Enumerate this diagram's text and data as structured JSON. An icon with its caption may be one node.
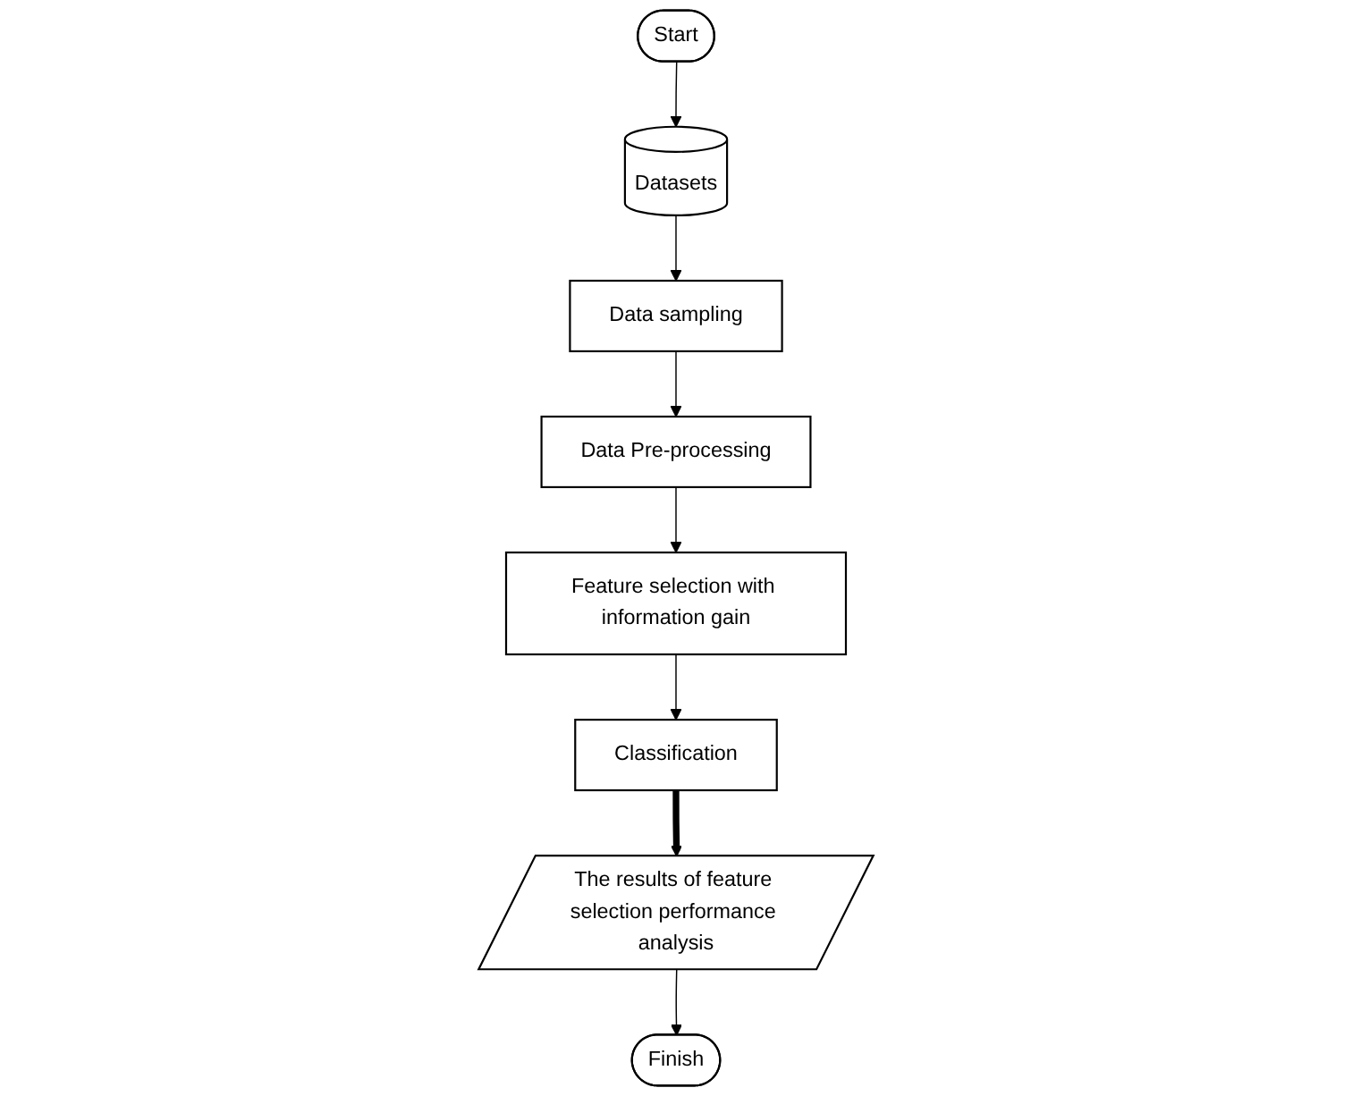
{
  "diagram": {
    "nodes": [
      {
        "text": [
          "Start"
        ]
      },
      {
        "text": [
          "Datasets"
        ]
      },
      {
        "text": [
          "Data sampling"
        ]
      },
      {
        "text": [
          "Data Pre-processing"
        ]
      },
      {
        "text": [
          "Feature selection with information gain"
        ]
      },
      {
        "text": [
          "Classification"
        ]
      },
      {
        "text": [
          "The results of feature selection performance analysis"
        ]
      },
      {
        "text": [
          "Finish"
        ]
      }
    ],
    "edges": [
      {
        "from": 0,
        "to": 1,
        "arrow": "to"
      },
      {
        "from": 1,
        "to": 2,
        "arrow": "to"
      },
      {
        "from": 2,
        "to": 3,
        "arrow": "to"
      },
      {
        "from": 3,
        "to": 4,
        "arrow": "to"
      },
      {
        "from": 4,
        "to": 5,
        "arrow": "to"
      },
      {
        "from": 5,
        "to": 6,
        "arrow": "to",
        "style": "thick"
      },
      {
        "from": 6,
        "to": 7,
        "arrow": "to"
      }
    ]
  }
}
